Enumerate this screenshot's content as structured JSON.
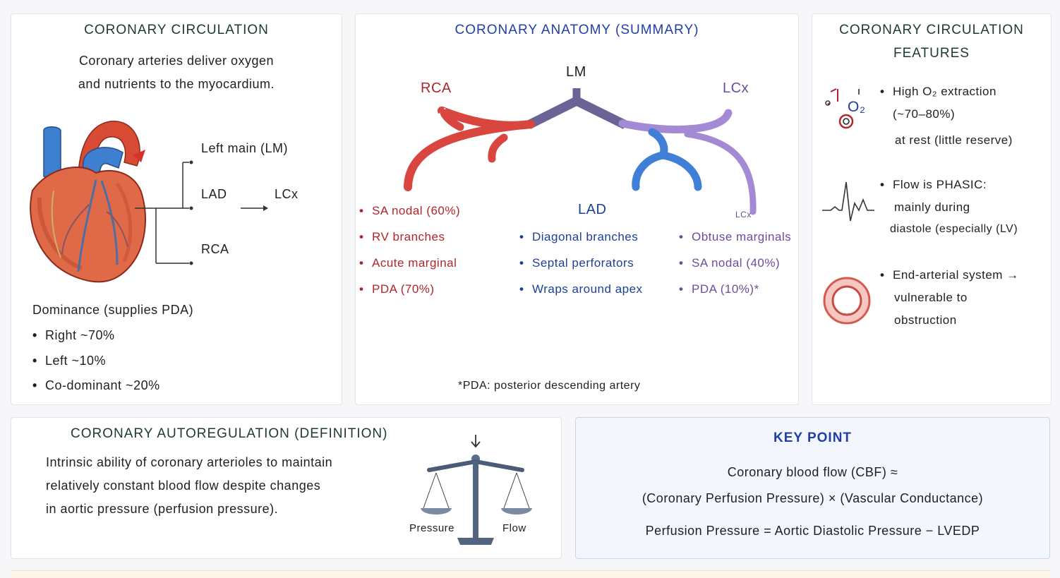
{
  "panel_circulation": {
    "title": "CORONARY CIRCULATION",
    "description": [
      "Coronary arteries deliver oxygen",
      "and nutrients to the myocardium."
    ],
    "labels": {
      "lm": "Left main (LM)",
      "lad": "LAD",
      "lcx": "LCx",
      "rca": "RCA"
    },
    "dominance_title": "Dominance (supplies PDA)",
    "dominance_items": [
      "Right ~70%",
      "Left ~10%",
      "Co-dominant ~20%"
    ]
  },
  "panel_anatomy": {
    "title": "CORONARY ANATOMY (SUMMARY)",
    "branch_labels": {
      "lm": "LM",
      "rca": "RCA",
      "lcx": "LCx",
      "lad": "LAD",
      "lcx_small": "LCx"
    },
    "rca_items": [
      "SA nodal (60%)",
      "RV branches",
      "Acute marginal",
      "PDA (70%)"
    ],
    "lad_items": [
      "Diagonal branches",
      "Septal perforators",
      "Wraps around apex"
    ],
    "lcx_items": [
      "Obtuse marginals",
      "SA nodal (40%)",
      "PDA (10%)*"
    ],
    "footnote": "*PDA: posterior descending artery",
    "colors": {
      "rca": "#d9453f",
      "lm": "#6b6395",
      "lcx": "#a48ad4",
      "lad": "#3f7fd6"
    }
  },
  "panel_features": {
    "title_line1": "CORONARY CIRCULATION",
    "title_line2": "FEATURES",
    "feature1": [
      "High O₂ extraction",
      "(~70–80%)",
      "at rest (little reserve)"
    ],
    "feature2": [
      "Flow is PHASIC:",
      "mainly during",
      "diastole (especially (LV)"
    ],
    "feature3": [
      "End-arterial system →",
      "vulnerable to",
      "obstruction"
    ],
    "icon_o2_label": "O₂"
  },
  "panel_autoreg": {
    "title": "CORONARY AUTOREGULATION (DEFINITION)",
    "text": [
      "Intrinsic ability of coronary arterioles to maintain",
      "relatively constant blood flow despite changes",
      "in aortic pressure (perfusion pressure)."
    ],
    "scale_left": "Pressure",
    "scale_right": "Flow"
  },
  "panel_key": {
    "title": "KEY POINT",
    "line1": "Coronary blood flow (CBF) ≈",
    "line2": "(Coronary Perfusion Pressure) × (Vascular Conductance)",
    "line3": "Perfusion Pressure = Aortic Diastolic Pressure − LVEDP"
  }
}
